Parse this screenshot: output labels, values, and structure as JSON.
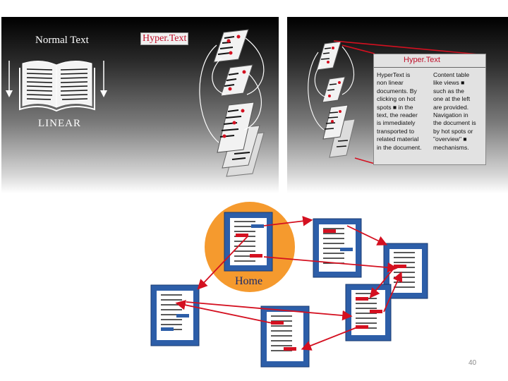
{
  "left_panel": {
    "normal_text_title": "Normal Text",
    "linear_label": "LINEAR",
    "hyper_text_label": "Hyper.Text"
  },
  "right_panel": {
    "callout_title": "Hyper.Text",
    "left_column": "HyperText is\nnon linear\ndocuments. By\nclicking on hot\nspots ■ in the\ntext, the reader\nis immediately\ntransported to\nrelated material\nin the document.",
    "right_column": "Content table\nlike views ■\nsuch as the\none at the left\nare provided.\nNavigation in\nthe document is\nby hot spots or\n\"overview\" ■\nmechanisms."
  },
  "network": {
    "home_label": "Home"
  },
  "footer": {
    "page_number": "40"
  },
  "colors": {
    "hot_spot": "#d41020",
    "frame_blue": "#2d5ea8",
    "home_orange": "#f59a2e",
    "link_red": "#d41020"
  }
}
